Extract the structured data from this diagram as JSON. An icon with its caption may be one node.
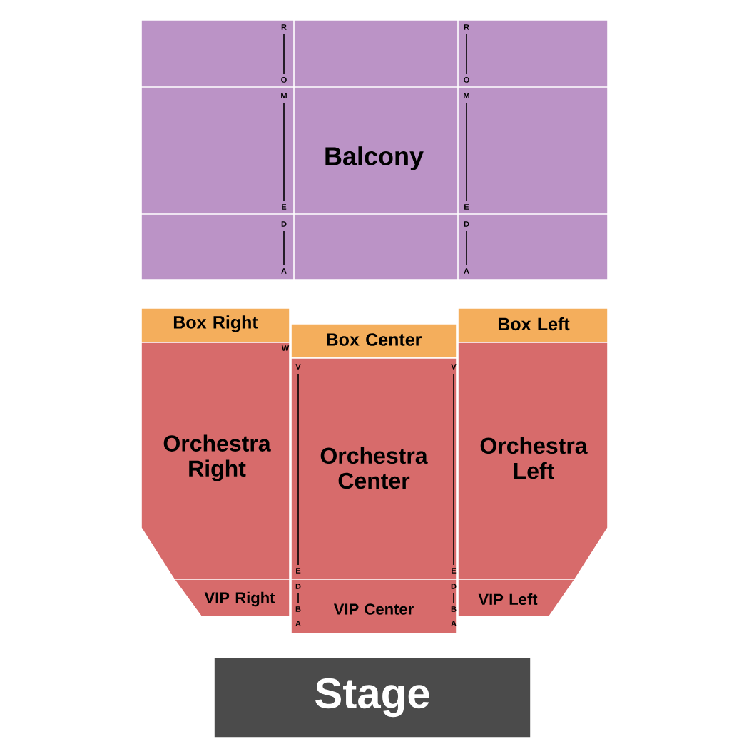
{
  "diagram": {
    "nodes": [
      {
        "text": [
          "Balcony"
        ]
      },
      {
        "text": [
          "Box Right"
        ]
      },
      {
        "text": [
          "Box Center"
        ]
      },
      {
        "text": [
          "Box Left"
        ]
      },
      {
        "text": [
          "Orchestra Right"
        ]
      },
      {
        "text": [
          "Orchestra Center"
        ]
      },
      {
        "text": [
          "Orchestra Left"
        ]
      },
      {
        "text": [
          "VIP Right"
        ]
      },
      {
        "text": [
          "VIP Center"
        ]
      },
      {
        "text": [
          "VIP Left"
        ]
      },
      {
        "text": [
          "Stage"
        ]
      }
    ],
    "labels": [
      "R",
      "R",
      "O",
      "O",
      "M",
      "M",
      "E",
      "E",
      "D",
      "D",
      "A",
      "A",
      "W",
      "V",
      "V",
      "E",
      "E",
      "D",
      "D",
      "B",
      "B",
      "A",
      "A"
    ]
  }
}
